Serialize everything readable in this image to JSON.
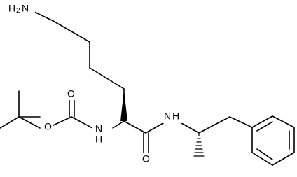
{
  "molecule": {
    "atom_labels": {
      "amine_n": "N",
      "amine_h": "H",
      "amine_count": "2",
      "carbamate_o_ether": "O",
      "carbamate_o_carbonyl": "O",
      "carbamate_nh": "H",
      "carbamate_n": "N",
      "amide_o": "O",
      "amide_n": "N",
      "amide_nh": "H"
    },
    "stereo": {
      "alpha_carbon": "wedge",
      "methine_carbon": "hash"
    }
  }
}
